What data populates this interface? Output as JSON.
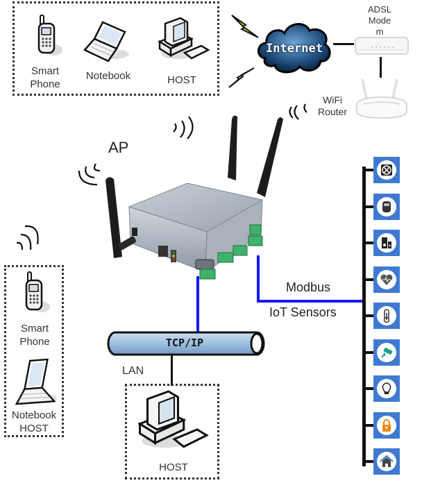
{
  "top_group": {
    "devices": [
      {
        "icon": "smartphone-icon",
        "label": "Smart\nPhone"
      },
      {
        "icon": "notebook-icon",
        "label": "Notebook"
      },
      {
        "icon": "host-pc-icon",
        "label": "HOST"
      }
    ]
  },
  "internet": {
    "label": "Internet"
  },
  "modem": {
    "label_line1": "ADSL",
    "label_line2": "Mode",
    "label_line3": "m"
  },
  "router": {
    "label_line1": "WiFi",
    "label_line2": "Router"
  },
  "gateway": {
    "label": "AP"
  },
  "left_group": {
    "devices": [
      {
        "icon": "smartphone-icon",
        "label_line1": "Smart",
        "label_line2": "Phone"
      },
      {
        "icon": "notebook-icon",
        "label_line1": "Notebook",
        "label_line2": "HOST"
      }
    ]
  },
  "bus": {
    "label": "TCP/IP",
    "lan_label": "LAN"
  },
  "bottom_host": {
    "label": "HOST"
  },
  "modbus": {
    "label": "Modbus",
    "sensors_label": "IoT Sensors"
  },
  "sensors": [
    {
      "name": "fan-icon"
    },
    {
      "name": "meter-icon"
    },
    {
      "name": "speaker-icon"
    },
    {
      "name": "heart-rate-icon"
    },
    {
      "name": "thermometer-icon"
    },
    {
      "name": "cctv-camera-icon"
    },
    {
      "name": "light-bulb-icon"
    },
    {
      "name": "lock-icon"
    },
    {
      "name": "home-icon"
    }
  ],
  "colors": {
    "modbus_line": "#1515ff",
    "sensor_tile": "#3f7ad0",
    "bus_fill": "#9fc1e0"
  }
}
